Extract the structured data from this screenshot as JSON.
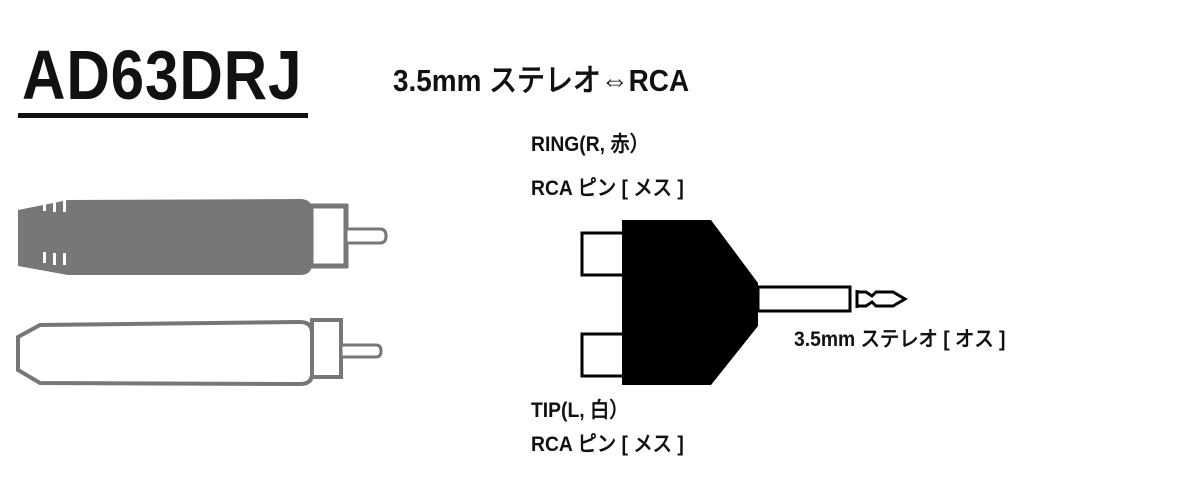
{
  "header": {
    "model": "AD63DRJ",
    "subtitle": "3.5mm ステレオ⇔RCA"
  },
  "labels": {
    "ring_channel": "RING(R, 赤）",
    "ring_type": "RCA ピン [ メス ]",
    "tip_channel": "TIP(L, 白）",
    "tip_type": "RCA ピン [ メス ]",
    "plug_type": "3.5mm ステレオ [ オス ]"
  },
  "colors": {
    "ring_plug_fill": "#777777",
    "outline": "#777777",
    "adapter_body": "#000000"
  }
}
